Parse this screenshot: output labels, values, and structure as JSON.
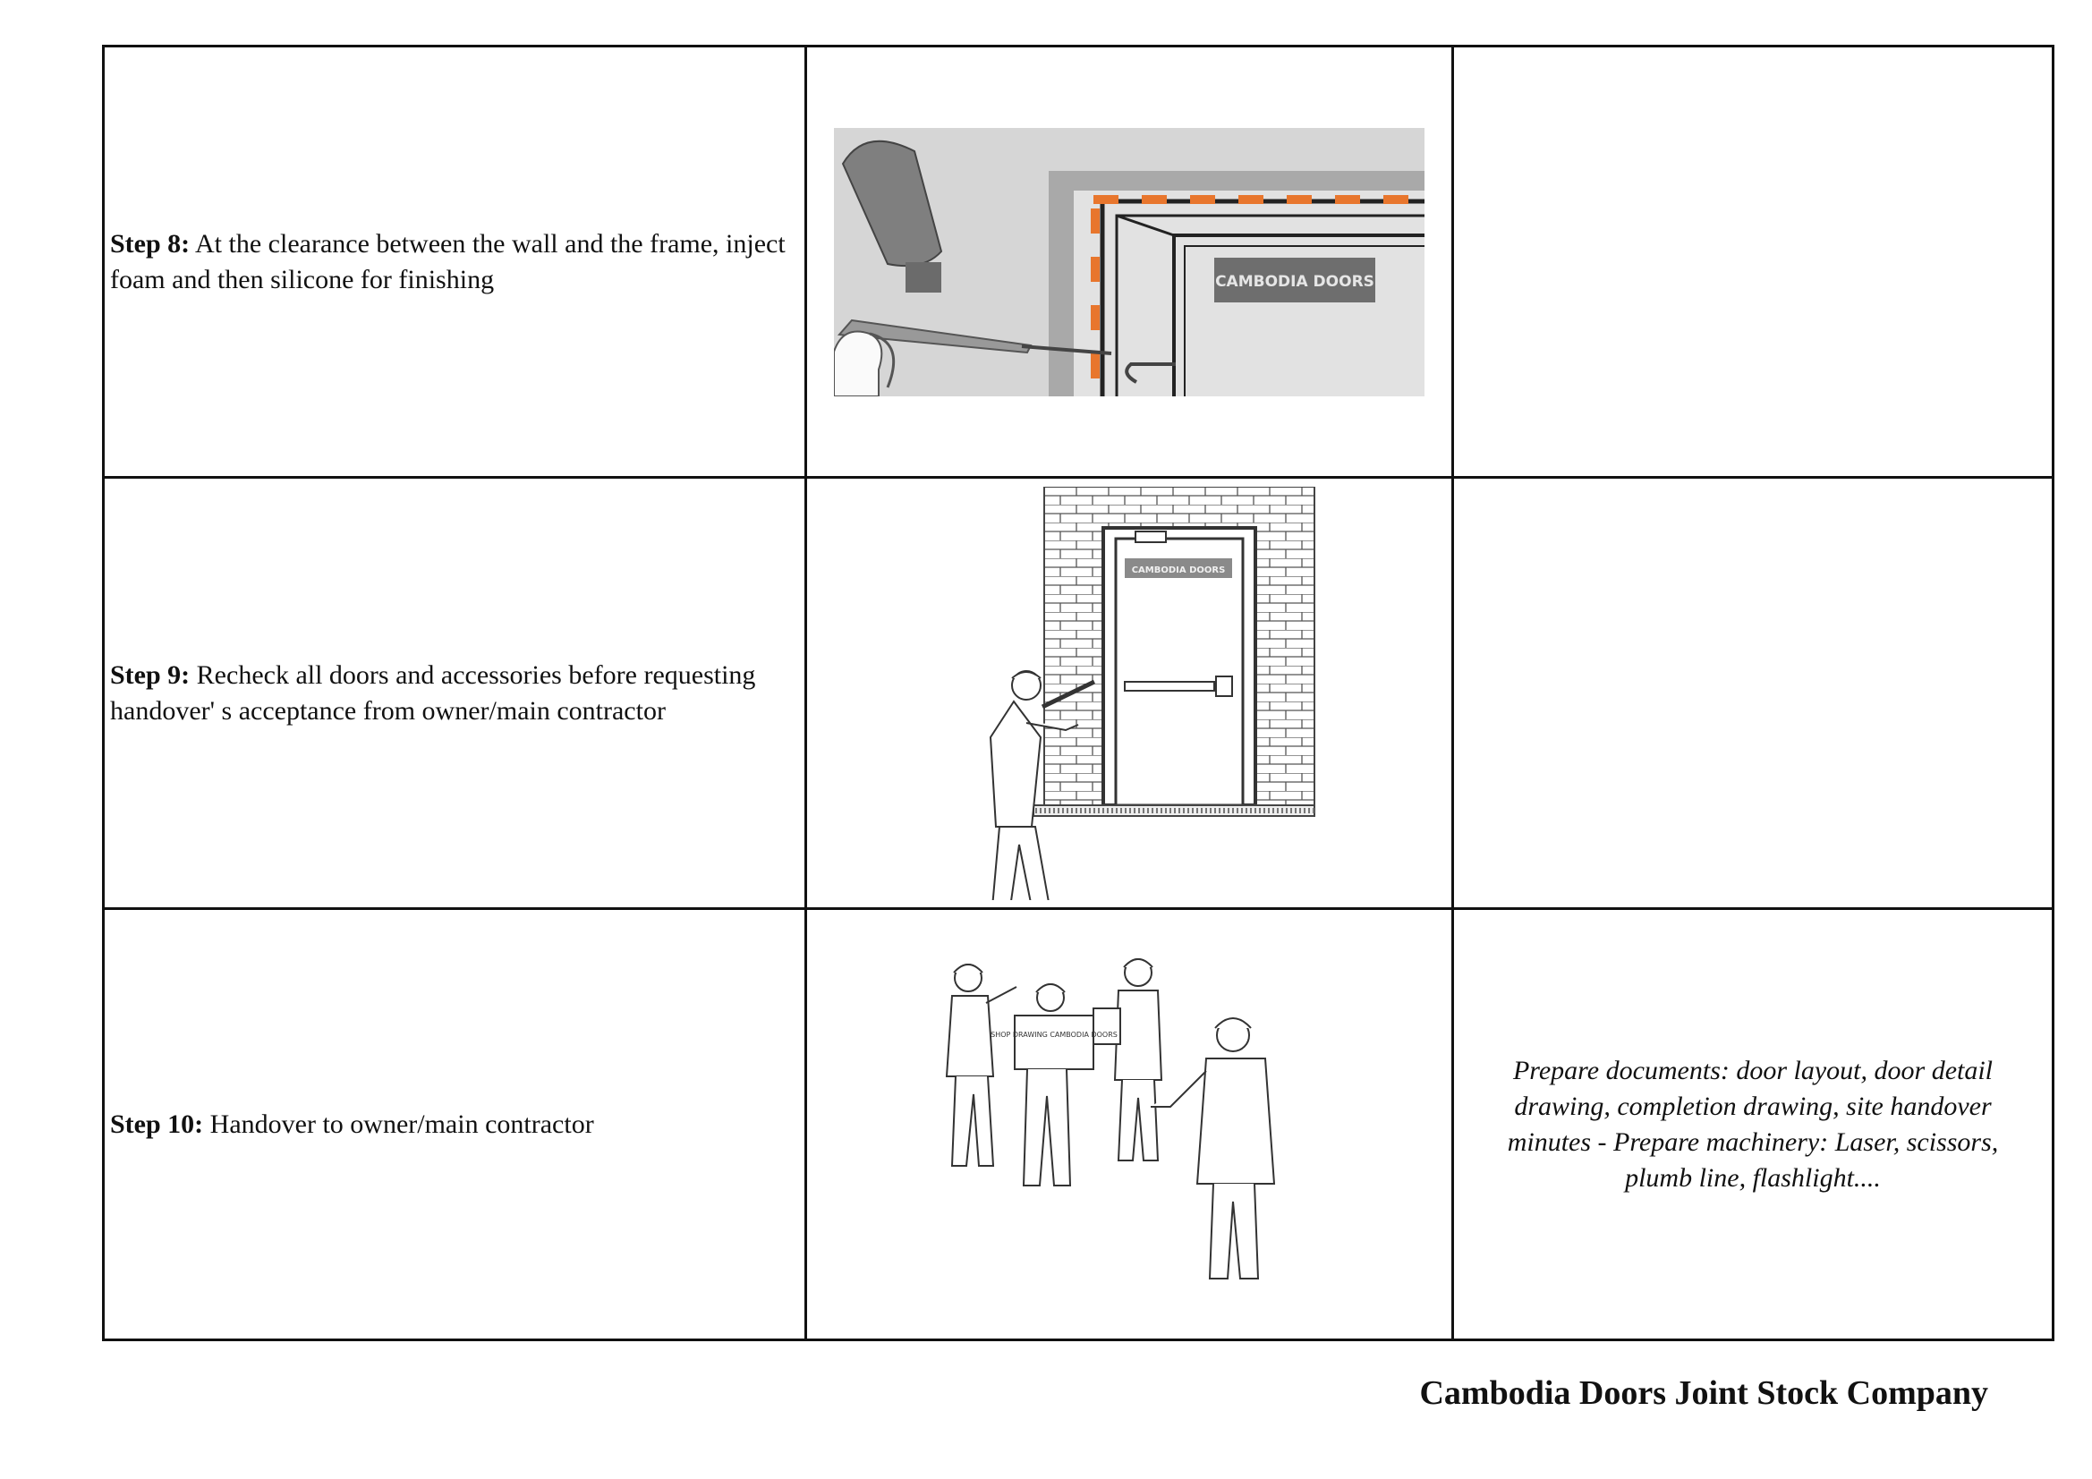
{
  "steps": [
    {
      "label": "Step 8:",
      "text": " At the clearance between the wall and the frame, inject foam and then silicone for finishing",
      "note": ""
    },
    {
      "label": "Step 9:",
      "text": " Recheck all doors and accessories before requesting  handover' s acceptance from owner/main contractor",
      "note": ""
    },
    {
      "label": "Step 10:",
      "text": " Handover to owner/main contractor",
      "note": "Prepare documents: door layout, door detail drawing, completion drawing, site handover minutes - Prepare machinery: Laser, scissors, plumb line, flashlight...."
    }
  ],
  "logo_text": "CAMBODIA DOORS",
  "drawing_label": "SHOP DRAWING CAMBODIA DOORS",
  "footer": "Cambodia Doors Joint Stock Company",
  "colors": {
    "accent": "#e8762d",
    "brand_red": "#c0392b",
    "gray": "#8a8a8a"
  }
}
